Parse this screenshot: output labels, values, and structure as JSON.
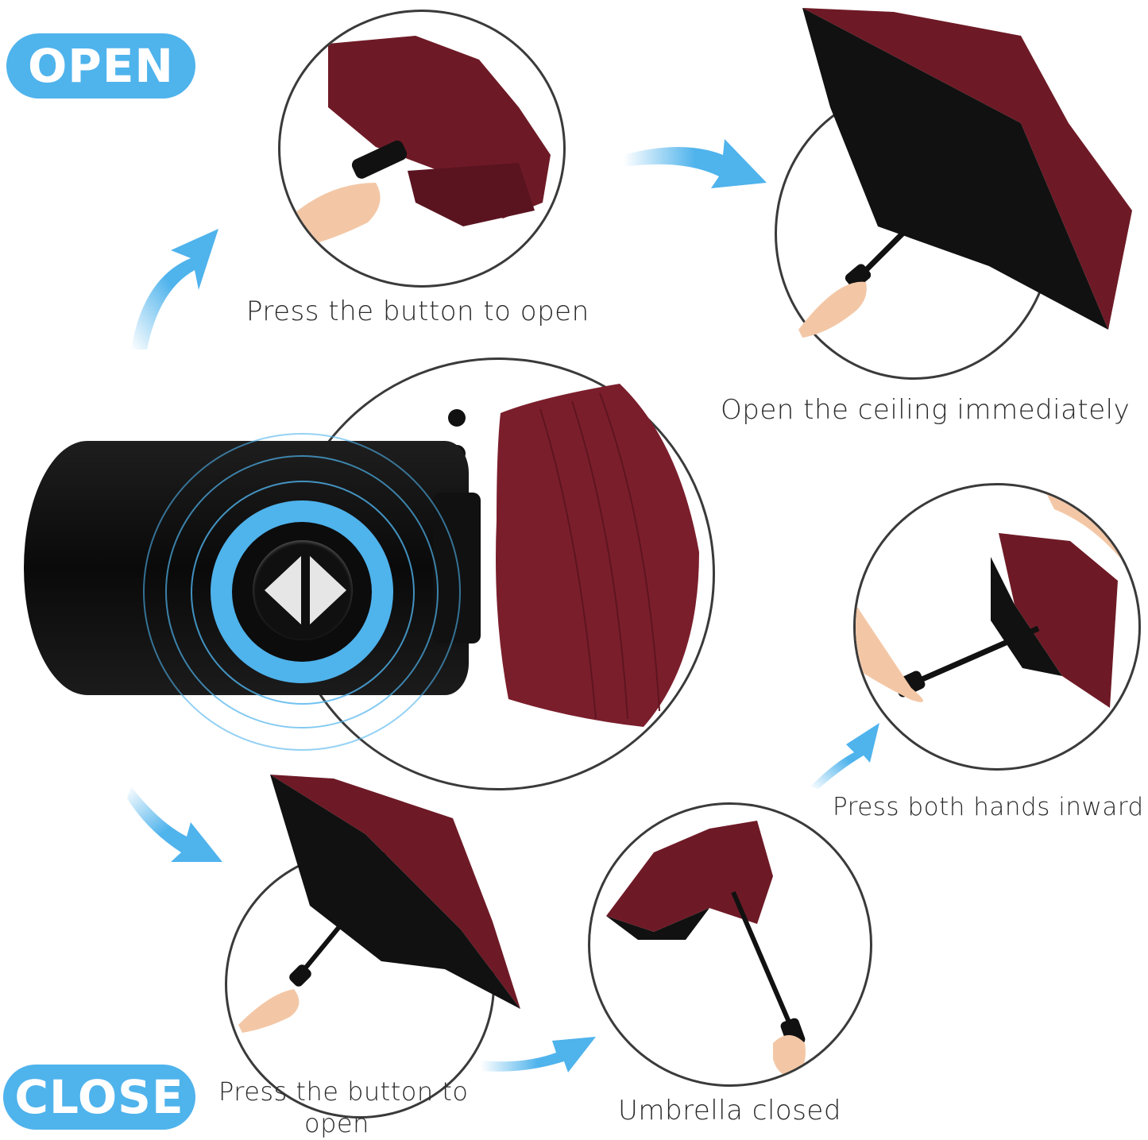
{
  "labels": {
    "open_badge": "OPEN",
    "close_badge": "CLOSE"
  },
  "captions": {
    "step1": "Press the button to open",
    "step2": "Open the ceiling immediately",
    "step3": "Press both hands inward",
    "step4": "Umbrella closed",
    "step5_line1": "Press the button to",
    "step5_line2": "open"
  },
  "colors": {
    "accent_blue": "#4fb3ec",
    "umbrella_burgundy": "#6e1a26",
    "canopy_black": "#111111",
    "outline": "#3a3a3a"
  },
  "icons": [
    "curved-arrow-icon",
    "open-close-button-icon"
  ]
}
